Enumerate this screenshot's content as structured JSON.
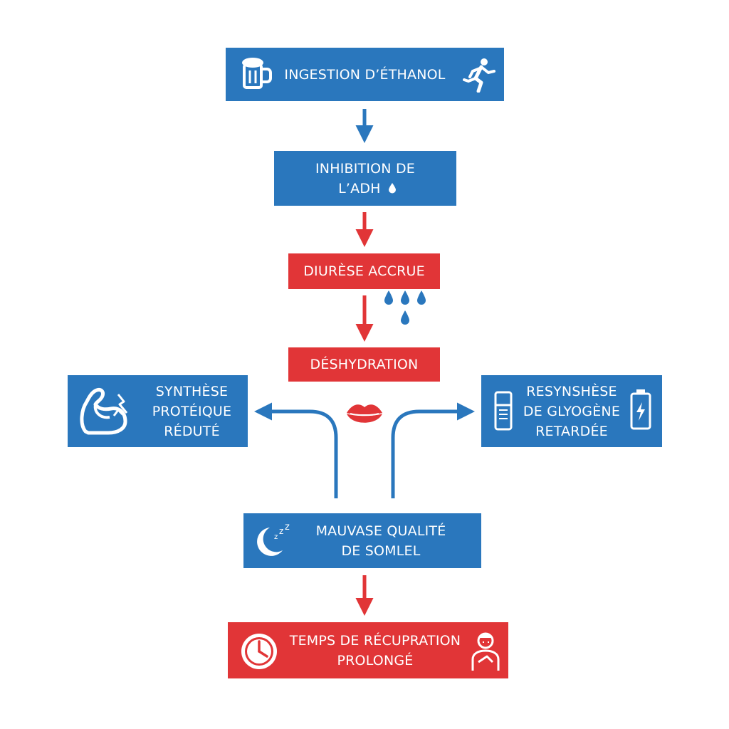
{
  "colors": {
    "blue": "#2a77bd",
    "red": "#e13537",
    "background": "#ffffff"
  },
  "nodes": {
    "ingestion": {
      "line1": "INGESTION D’ÉTHANOL",
      "icons": [
        "beer-mug-icon",
        "running-person-icon"
      ]
    },
    "inhibition": {
      "line1": "INHIBITION DE",
      "line2": "L’ADH",
      "icons": [
        "water-drop-icon"
      ]
    },
    "diurese": {
      "line1": "DIURÈSE ACCRUE",
      "icons": [
        "water-drops-icon"
      ]
    },
    "deshydration": {
      "line1": "DÉSHYDRATION",
      "icons": [
        "dry-lips-icon"
      ]
    },
    "synthese": {
      "line1": "SYNTHÈSE",
      "line2": "PROTÉIQUE",
      "line3": "RÉDUTÉ",
      "icons": [
        "muscle-arm-icon"
      ]
    },
    "resynthese": {
      "line1": "RESYNSHÈSE",
      "line2": "DE GLYOGÈNE",
      "line3": "RETARDÉE",
      "icons": [
        "fridge-icon",
        "battery-icon"
      ]
    },
    "sommeil": {
      "line1": "MAUVASE QUALITÉ",
      "line2": "DE SOMLEL",
      "icons": [
        "moon-zzz-icon"
      ]
    },
    "recuperation": {
      "line1": "TEMPS DE RÉCUPRATION",
      "line2": "PROLONGÉ",
      "icons": [
        "clock-icon",
        "tired-person-icon"
      ]
    }
  }
}
